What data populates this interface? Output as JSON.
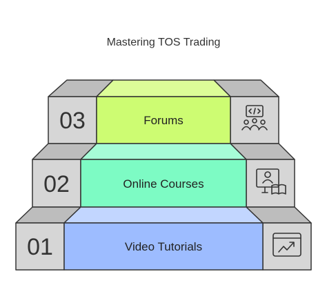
{
  "title": "Mastering TOS Trading",
  "steps": [
    {
      "number": "01",
      "label": "Video Tutorials",
      "icon": "trend-chart-icon",
      "color": "#9dbcff"
    },
    {
      "number": "02",
      "label": "Online Courses",
      "icon": "online-learning-icon",
      "color": "#7dfbc4"
    },
    {
      "number": "03",
      "label": "Forums",
      "icon": "community-code-icon",
      "color": "#cdfc72"
    }
  ],
  "colors": {
    "side_front": "#d6d6d6",
    "side_top": "#bdbdbd",
    "center_top_tint": "lighter"
  }
}
